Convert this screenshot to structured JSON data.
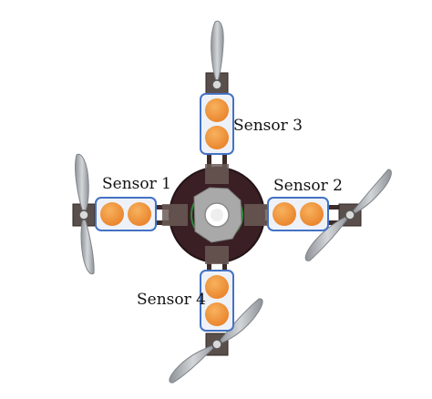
{
  "sensors": [
    {
      "id": "sensor-1",
      "label": "Sensor 1"
    },
    {
      "id": "sensor-2",
      "label": "Sensor 2"
    },
    {
      "id": "sensor-3",
      "label": "Sensor 3"
    },
    {
      "id": "sensor-4",
      "label": "Sensor 4"
    }
  ],
  "colors": {
    "sensor_fill": "#f39a3e",
    "sensor_frame": "#4472c4",
    "frame_body": "#4a3533",
    "hub_ring": "#3a1f24",
    "hub_plate": "#a9a9a9",
    "propeller": "#b4b8bc",
    "mount": "#5a4f4b"
  }
}
